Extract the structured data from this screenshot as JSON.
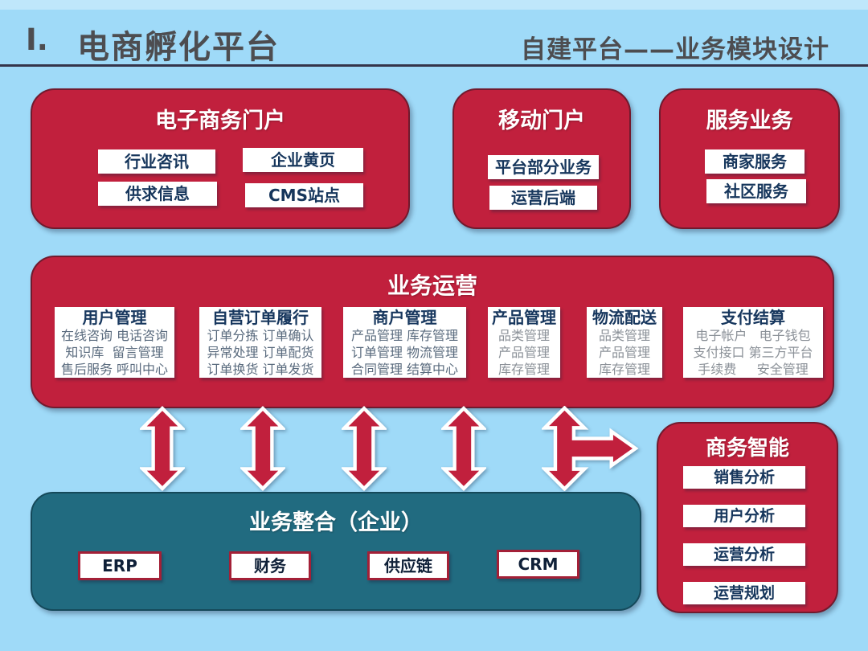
{
  "header": {
    "number": "I.",
    "title": "电商孵化平台",
    "subtitle": "自建平台——业务模块设计"
  },
  "top_boxes": [
    {
      "title": "电子商务门户",
      "items": [
        "行业咨讯",
        "企业黄页",
        "供求信息",
        "CMS站点"
      ]
    },
    {
      "title": "移动门户",
      "items": [
        "平台部分业务",
        "运营后端"
      ]
    },
    {
      "title": "服务业务",
      "items": [
        "商家服务",
        "社区服务"
      ]
    }
  ],
  "operations": {
    "title": "业务运营",
    "cards": [
      {
        "title": "用户管理",
        "lines": [
          "在线咨询 电话咨询",
          "知识库  留言管理",
          "售后服务 呼叫中心"
        ]
      },
      {
        "title": "自营订单履行",
        "lines": [
          "订单分拣 订单确认",
          "异常处理 订单配货",
          "订单换货 订单发货"
        ]
      },
      {
        "title": "商户管理",
        "lines": [
          "产品管理 库存管理",
          "订单管理 物流管理",
          "合同管理 结算中心"
        ]
      },
      {
        "title": "产品管理",
        "lines": [
          "品类管理",
          "产品管理",
          "库存管理"
        ]
      },
      {
        "title": "物流配送",
        "lines": [
          "品类管理",
          "产品管理",
          "库存管理"
        ]
      },
      {
        "title": "支付结算",
        "lines": [
          "电子帐户   电子钱包",
          "支付接口 第三方平台",
          "手续费     安全管理"
        ]
      }
    ]
  },
  "integration": {
    "title": "业务整合（企业）",
    "items": [
      "ERP",
      "财务",
      "供应链",
      "CRM"
    ]
  },
  "intelligence": {
    "title": "商务智能",
    "items": [
      "销售分析",
      "用户分析",
      "运营分析",
      "运营规划"
    ]
  },
  "colors": {
    "background": "#9FDAF8",
    "accent_red": "#C1203D",
    "accent_teal": "#216B80",
    "navy_text": "#16365C",
    "header_text": "#4D4D50"
  }
}
